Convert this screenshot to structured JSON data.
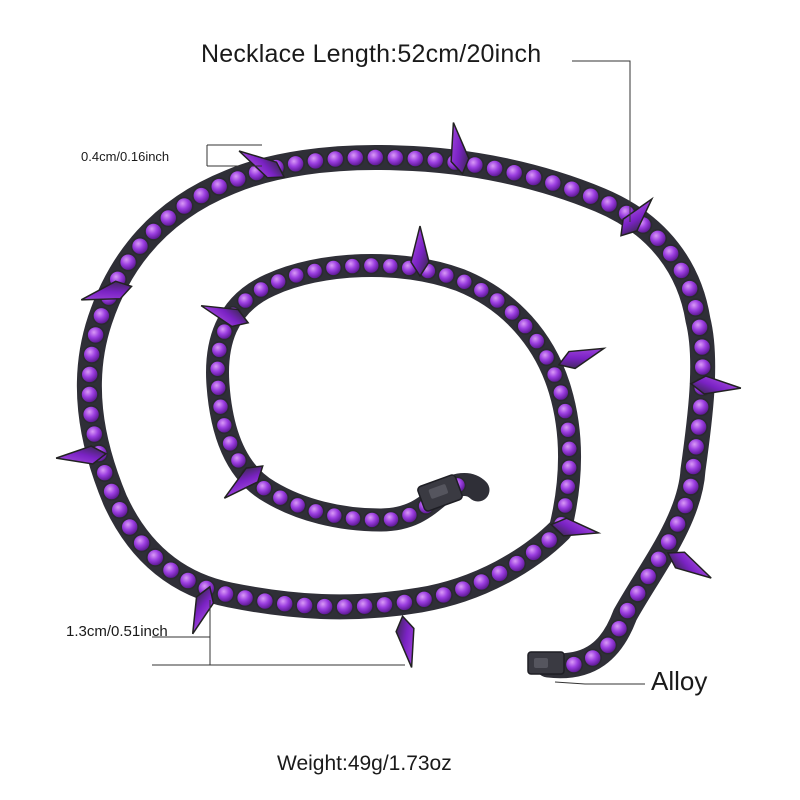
{
  "product": {
    "necklace_length": "Necklace Length:52cm/20inch",
    "thickness": "0.4cm/0.16inch",
    "width": "1.3cm/0.51inch",
    "material": "Alloy",
    "weight": "Weight:49g/1.73oz"
  },
  "colors": {
    "background": "#ffffff",
    "stone_purple": "#8a2fd6",
    "stone_highlight": "#c47af0",
    "stone_shadow": "#4a0f7a",
    "metal_gunmetal": "#3a3a42",
    "leader_line": "#333333"
  }
}
